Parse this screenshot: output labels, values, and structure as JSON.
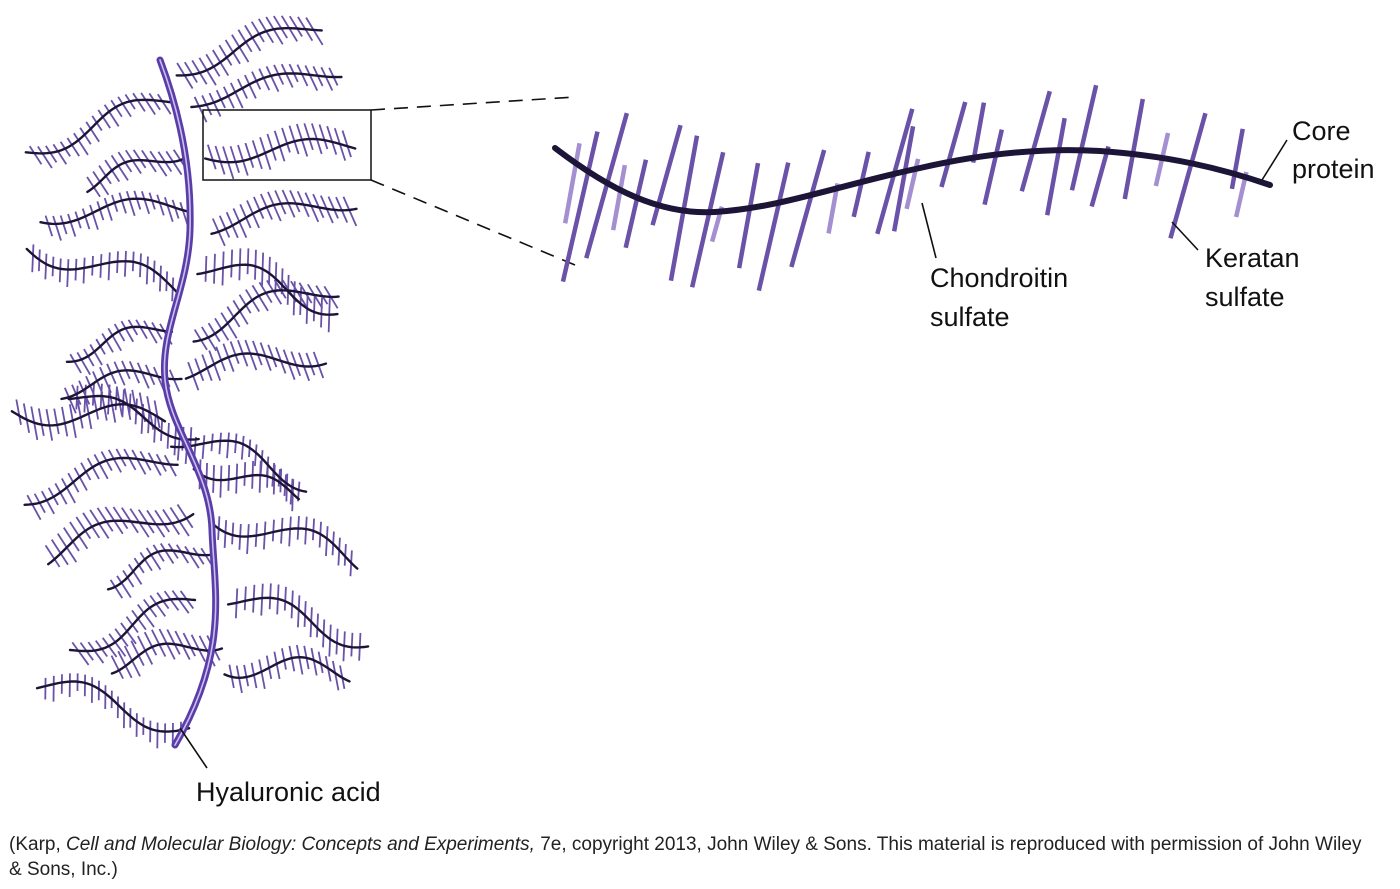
{
  "labels": {
    "core_protein_line1": "Core",
    "core_protein_line2": "protein",
    "chondroitin_line1": "Chondroitin",
    "chondroitin_line2": "sulfate",
    "keratan_line1": "Keratan",
    "keratan_line2": "sulfate",
    "hyaluronic": "Hyaluronic acid"
  },
  "credit": {
    "open": "(Karp, ",
    "book": "Cell and Molecular Biology: Concepts and Experiments,",
    "rest": " 7e, copyright 2013, John Wiley & Sons. This material is reproduced with permission of John Wiley & Sons, Inc.)"
  },
  "colors": {
    "core": "#1c1538",
    "hyaluronic": "#5a3ea8",
    "chondroitin": "#6a52a8",
    "keratan": "#a48fd0",
    "leader": "#111111"
  }
}
